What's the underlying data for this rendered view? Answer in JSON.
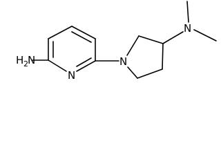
{
  "molecule": {
    "labels": {
      "amine_h": "H",
      "amine_sub": "2",
      "amine_n": "N",
      "pyridine_n": "N",
      "pyrrolidine_n": "N",
      "dimethylamine_n": "N"
    }
  }
}
